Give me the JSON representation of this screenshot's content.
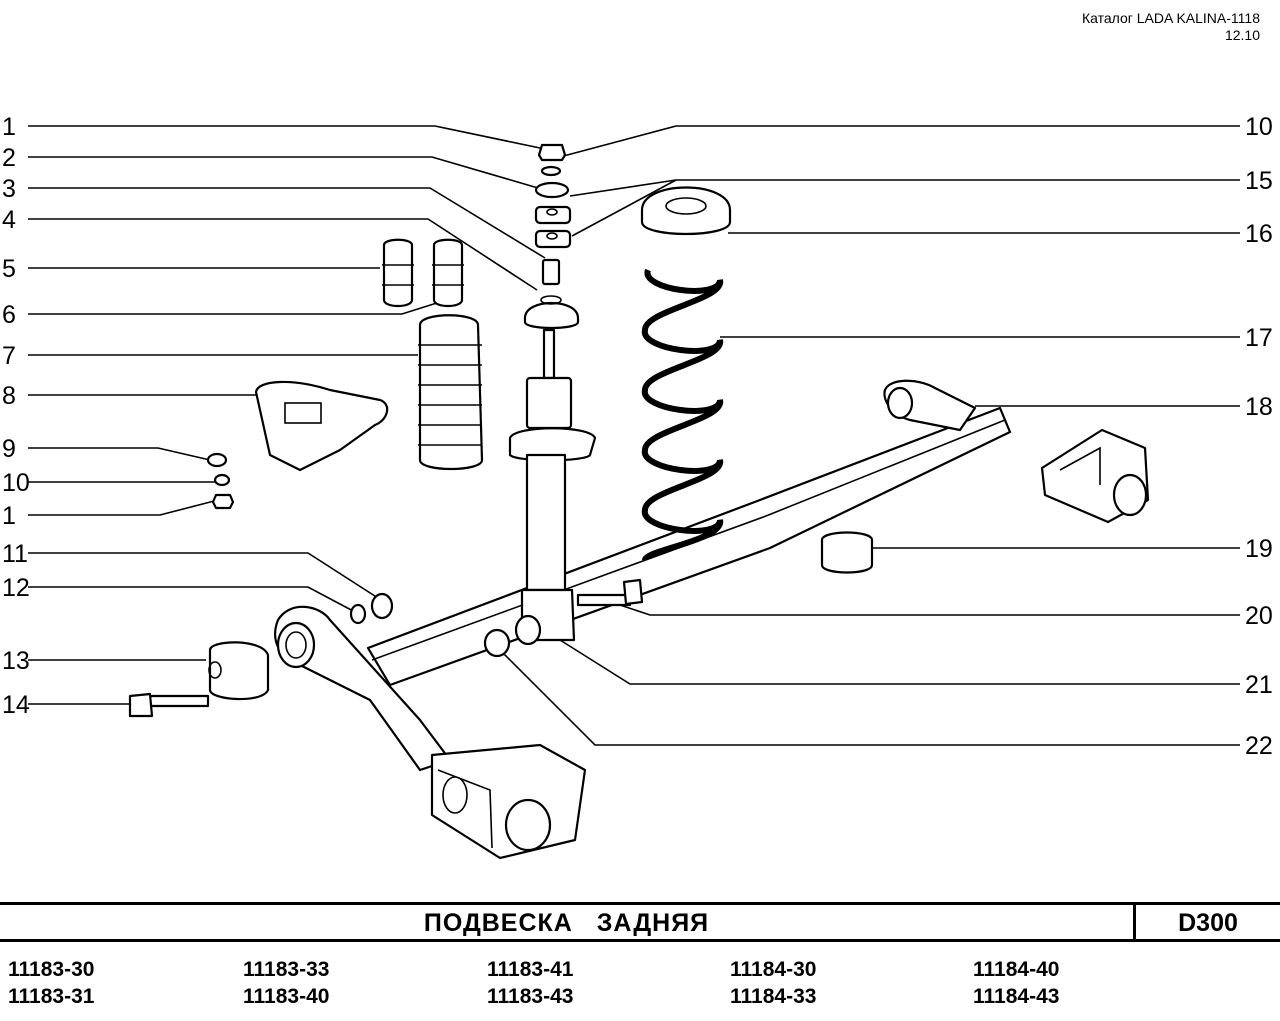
{
  "header": {
    "catalog": "Каталог LADA KALINA-1118",
    "date": "12.10"
  },
  "callouts_left": [
    "1",
    "2",
    "3",
    "4",
    "5",
    "6",
    "7",
    "8",
    "9",
    "10",
    "1",
    "11",
    "12",
    "13",
    "14"
  ],
  "callouts_right": [
    "10",
    "15",
    "16",
    "17",
    "18",
    "19",
    "20",
    "21",
    "22"
  ],
  "footer": {
    "title": "ПОДВЕСКА   ЗАДНЯЯ",
    "code": "D300",
    "models": [
      "11183-30",
      "11183-33",
      "11183-41",
      "11184-30",
      "11184-40",
      "11183-31",
      "11183-40",
      "11183-43",
      "11184-33",
      "11184-43"
    ]
  }
}
